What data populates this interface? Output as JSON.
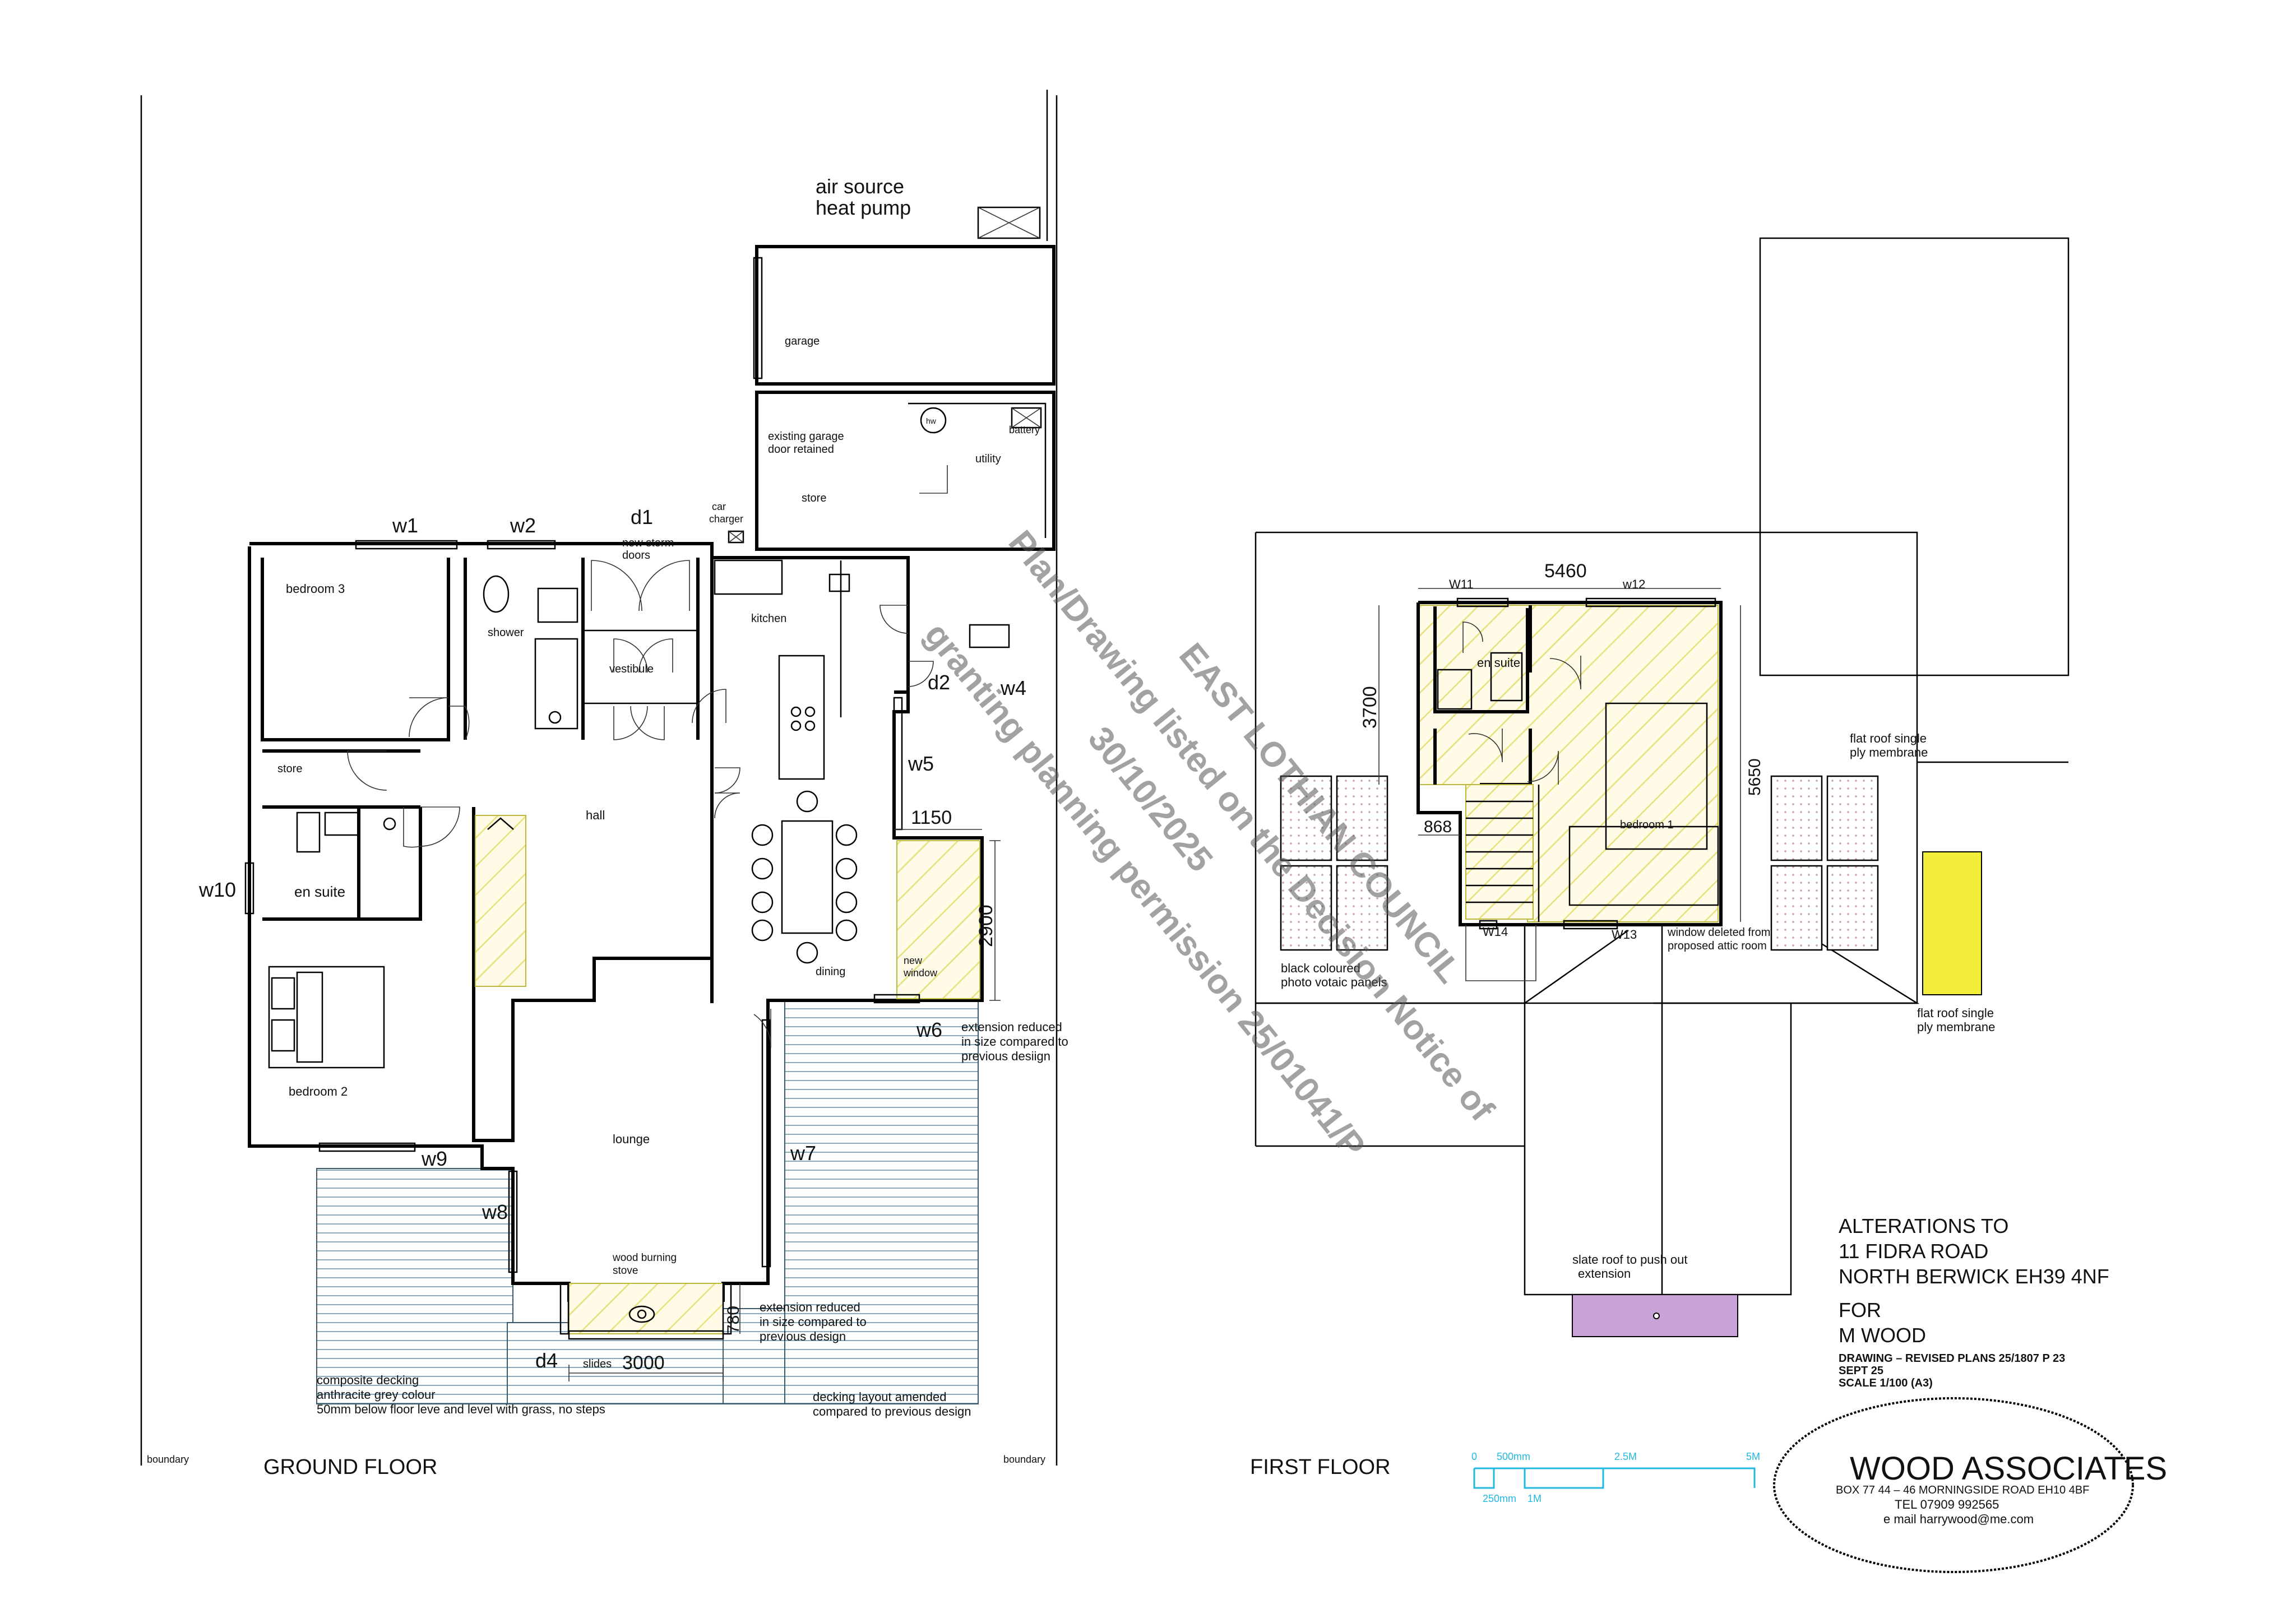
{
  "ground_floor": {
    "title": "GROUND FLOOR",
    "boundary_labels": [
      "boundary",
      "boundary"
    ],
    "rooms": {
      "bedroom3": "bedroom 3",
      "shower": "shower",
      "vestibule": "vestibule",
      "kitchen": "kitchen",
      "store_left": "store",
      "hall": "hall",
      "en_suite": "en suite",
      "bedroom2": "bedroom 2",
      "dining": "dining",
      "lounge": "lounge",
      "wood_burning_stove_line1": "wood burning",
      "wood_burning_stove_line2": "stove",
      "garage": "garage",
      "store_garage": "store",
      "utility": "utility"
    },
    "windows": {
      "w1": "w1",
      "w2": "w2",
      "w4": "w4",
      "w5": "w5",
      "w6": "w6",
      "w7": "w7",
      "w8": "w8",
      "w9": "w9",
      "w10": "w10"
    },
    "doors": {
      "d1": "d1",
      "d2": "d2",
      "d4": "d4"
    },
    "notes": {
      "air_source_line1": "air source",
      "air_source_line2": "heat pump",
      "new_storm_line1": "new storm",
      "new_storm_line2": "doors",
      "car_charger_line1": "car",
      "car_charger_line2": "charger",
      "garage_door_line1": "existing garage",
      "garage_door_line2": "door retained",
      "hw": "hw",
      "battery": "battery",
      "new_window_line1": "new",
      "new_window_line2": "window",
      "slides": "slides",
      "ext_reduced_side_line1": "extension reduced",
      "ext_reduced_side_line2": "in size compared to",
      "ext_reduced_side_line3": "previous desiign",
      "ext_reduced_front_line1": "extension reduced",
      "ext_reduced_front_line2": "in size compared to",
      "ext_reduced_front_line3": "previous design",
      "decking_line1": "composite decking",
      "decking_line2": "anthracite grey colour",
      "decking_line3": "50mm below floor leve and level with grass, no steps",
      "decking_layout_line1": "decking layout amended",
      "decking_layout_line2": "compared to previous design"
    },
    "dimensions": {
      "d1150": "1150",
      "d2900": "2900",
      "d3000": "3000",
      "d780": "780"
    }
  },
  "first_floor": {
    "title": "FIRST FLOOR",
    "rooms": {
      "en_suite": "en suite",
      "bedroom1": "bedroom 1"
    },
    "windows": {
      "w11": "W11",
      "w12": "w12",
      "w13": "W13",
      "w14": "W14"
    },
    "dimensions": {
      "d5460": "5460",
      "d3700": "3700",
      "d868": "868",
      "d5650": "5650"
    },
    "notes": {
      "flat_roof_right_line1": "flat roof single",
      "flat_roof_right_line2": "ply membrane",
      "flat_roof_far_line1": "flat roof single",
      "flat_roof_far_line2": "ply membrane",
      "pv_line1": "black coloured",
      "pv_line2": "photo votaic panels",
      "window_deleted_line1": "window deleted from",
      "window_deleted_line2": "proposed attic room",
      "slate_roof_line1": "slate roof to push out",
      "slate_roof_line2": "extension"
    }
  },
  "title_block": {
    "line1": "ALTERATIONS TO",
    "line2": "11 FIDRA ROAD",
    "line3": "NORTH BERWICK EH39 4NF",
    "line4": "FOR",
    "line5": "M WOOD",
    "drawing": "DRAWING  –  REVISED PLANS 25/1807 P 23",
    "date": "SEPT 25",
    "scale": "SCALE 1/100 (A3)"
  },
  "scale_bar": {
    "l0": "0",
    "l500": "500mm",
    "l25": "2.5M",
    "l5": "5M",
    "l250": "250mm",
    "l1": "1M",
    "color": "#22b8e0"
  },
  "company": {
    "name": "WOOD  ASSOCIATES",
    "address": "BOX  77  44  –  46  MORNINGSIDE  ROAD  EH10  4BF",
    "tel": "TEL  07909  992565",
    "email": "e  mail   harrywood@me.com"
  },
  "stamp": {
    "line1": "EAST LOTHIAN COUNCIL",
    "line2": "Plan/Drawing listed on the Decision Notice of",
    "line3": "30/10/2025",
    "line4": "granting planning permission 25/01041/P"
  },
  "colors": {
    "hatch": "#e6e07a",
    "deck": "#5b8ea6",
    "pv_dots": "#c7a0c0",
    "flat_roof_yellow": "#f2ee3a",
    "slate_purple": "#c9a3d8",
    "stamp_gray": "#555555"
  }
}
